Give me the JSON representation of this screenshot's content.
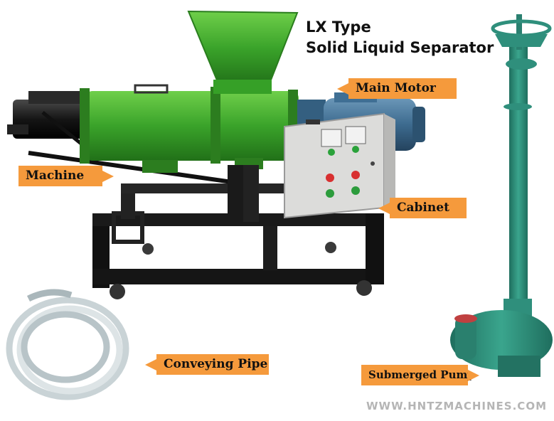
{
  "title": {
    "line1": "LX Type",
    "line2": "Solid Liquid Separator"
  },
  "callouts": {
    "main_motor": "Main Motor",
    "machine": "Machine",
    "cabinet": "Cabinet",
    "conveying_pipe": "Conveying Pipe",
    "submerged_pump": "Submerged Pump"
  },
  "watermark": "WWW.HNTZMACHINES.COM",
  "colors": {
    "accent_callout": "#f59a3c",
    "machine_green": "#3fae2f",
    "pump_teal": "#2f8f7c",
    "cabinet_gray": "#e8e8e6",
    "motor_blue": "#3d6b8f"
  }
}
